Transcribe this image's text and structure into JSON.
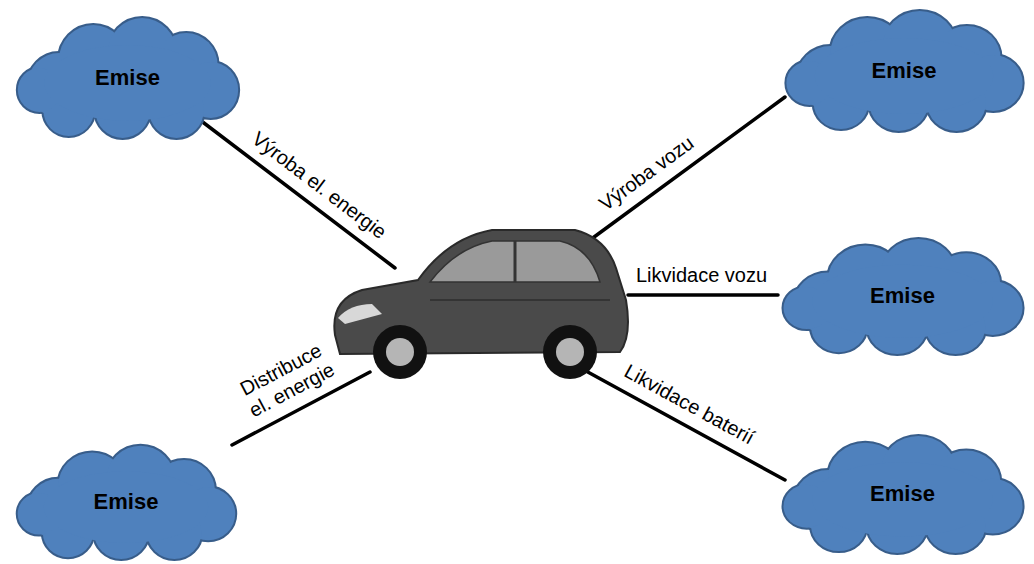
{
  "diagram": {
    "nodes": [
      {
        "text": [
          "Emise"
        ]
      },
      {
        "text": [
          "Emise"
        ]
      },
      {
        "text": [
          "Emise"
        ]
      },
      {
        "text": [
          "Emise"
        ]
      },
      {
        "text": [
          "Emise"
        ]
      }
    ],
    "labels": [
      "Výroba el. energie",
      "Výroba vozu",
      "Likvidace vozu",
      "Distribuce el. energie",
      "Likvidace baterií"
    ]
  }
}
